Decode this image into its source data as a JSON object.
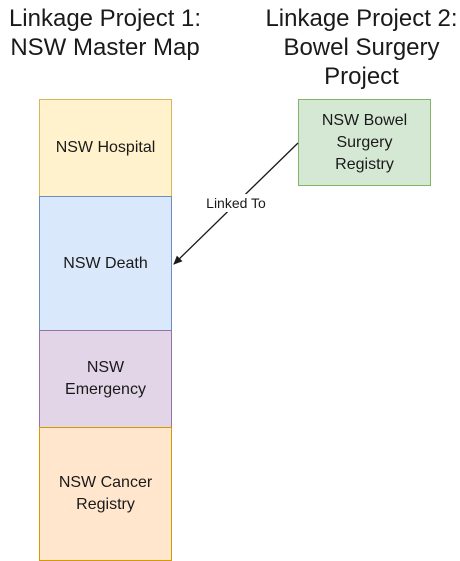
{
  "titles": {
    "left": "Linkage Project 1:\nNSW Master Map",
    "right": "Linkage Project 2:\nBowel Surgery\nProject"
  },
  "master_map": [
    {
      "key": "hospital",
      "label": "NSW Hospital",
      "fill": "#fff2cc"
    },
    {
      "key": "death",
      "label": "NSW Death",
      "fill": "#dae8fc"
    },
    {
      "key": "emergency",
      "label": "NSW Emergency",
      "fill": "#e1d5e7"
    },
    {
      "key": "cancer",
      "label": "NSW Cancer Registry",
      "fill": "#ffe6cc"
    }
  ],
  "bowel_registry": {
    "label": "NSW Bowel Surgery Registry",
    "fill": "#d5e8d4"
  },
  "link": {
    "label": "Linked To"
  }
}
